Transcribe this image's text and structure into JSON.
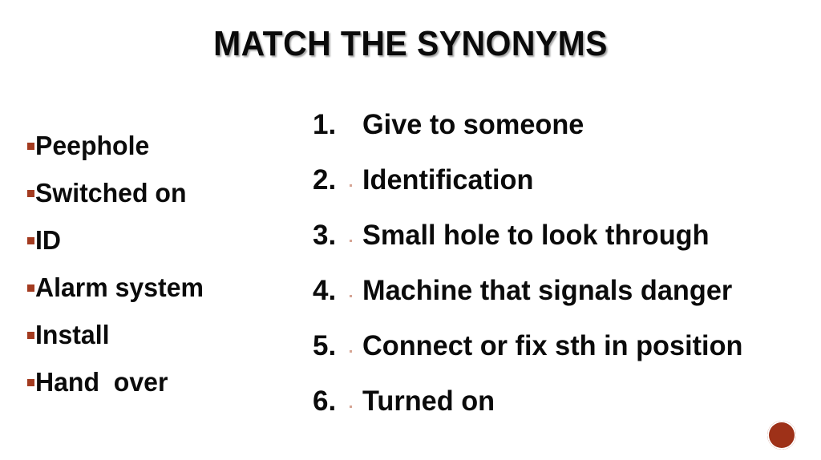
{
  "slide": {
    "title": "Match the Synonyms",
    "background_color": "#ffffff",
    "text_color": "#0b0b0b"
  },
  "left_column": {
    "bullet_color": "#a33b20",
    "items": [
      {
        "label": "Peephole"
      },
      {
        "label": "Switched on"
      },
      {
        "label": "ID"
      },
      {
        "label": "Alarm system"
      },
      {
        "label": "Install"
      },
      {
        "label": "Hand  over"
      }
    ]
  },
  "right_column": {
    "items": [
      {
        "number": "1.",
        "label": "Give to someone"
      },
      {
        "number": "2.",
        "label": "Identification"
      },
      {
        "number": "3.",
        "label": "Small hole to look through"
      },
      {
        "number": "4.",
        "label": "Machine that signals danger"
      },
      {
        "number": "5.",
        "label": "Connect or fix sth in position"
      },
      {
        "number": "6.",
        "label": "Turned on"
      }
    ]
  },
  "logo": {
    "name": "round-seal-logo",
    "color": "#9e3118"
  }
}
